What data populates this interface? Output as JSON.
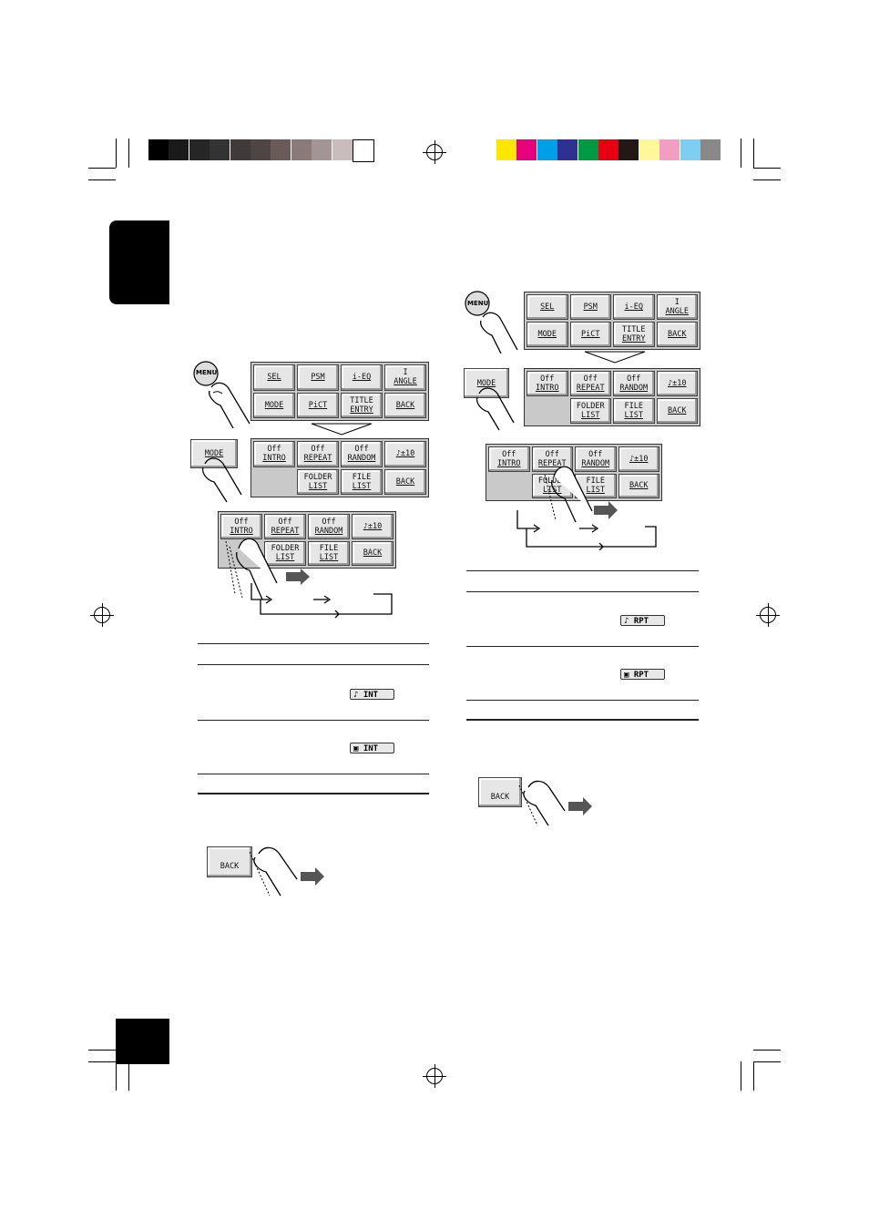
{
  "color_bar": {
    "grays": [
      "#000000",
      "#1a1a1a",
      "#262626",
      "#333333",
      "#403a3a",
      "#504545",
      "#6a5a5a",
      "#8a7a7a",
      "#a39595",
      "#c8bcbc",
      "#ffffff"
    ],
    "colors": [
      "#ffe600",
      "#e6007e",
      "#00a0e9",
      "#2e3192",
      "#009944",
      "#e60012",
      "#231815",
      "#fff799",
      "#f19ec2",
      "#7ecef4",
      "#898989"
    ]
  },
  "menu_screen": {
    "row1": [
      {
        "l1": "",
        "l2": "SEL"
      },
      {
        "l1": "",
        "l2": "PSM"
      },
      {
        "l1": "",
        "l2": "i-EQ"
      },
      {
        "l1": "I",
        "l2": "ANGLE"
      }
    ],
    "row2": [
      {
        "l1": "",
        "l2": "MODE"
      },
      {
        "l1": "",
        "l2": "PiCT"
      },
      {
        "l1": "TITLE",
        "l2": "ENTRY"
      },
      {
        "l1": "",
        "l2": "BACK"
      }
    ]
  },
  "mode_screen": {
    "row1": [
      {
        "l1": "Off",
        "l2": "INTRO"
      },
      {
        "l1": "Off",
        "l2": "REPEAT"
      },
      {
        "l1": "Off",
        "l2": "RANDOM"
      },
      {
        "l1": "",
        "l2": "♪±10"
      }
    ],
    "row2": [
      {
        "l1": "",
        "l2": ""
      },
      {
        "l1": "FOLDER",
        "l2": "LIST"
      },
      {
        "l1": "FILE",
        "l2": "LIST"
      },
      {
        "l1": "",
        "l2": "BACK"
      }
    ]
  },
  "menu_button": "MENU",
  "mode_button": "MODE",
  "back_button": "BACK",
  "indicators": {
    "track_intro": "♪ INT",
    "folder_intro": "▣ INT",
    "track_repeat": "♪ RPT",
    "folder_repeat": "▣ RPT"
  }
}
